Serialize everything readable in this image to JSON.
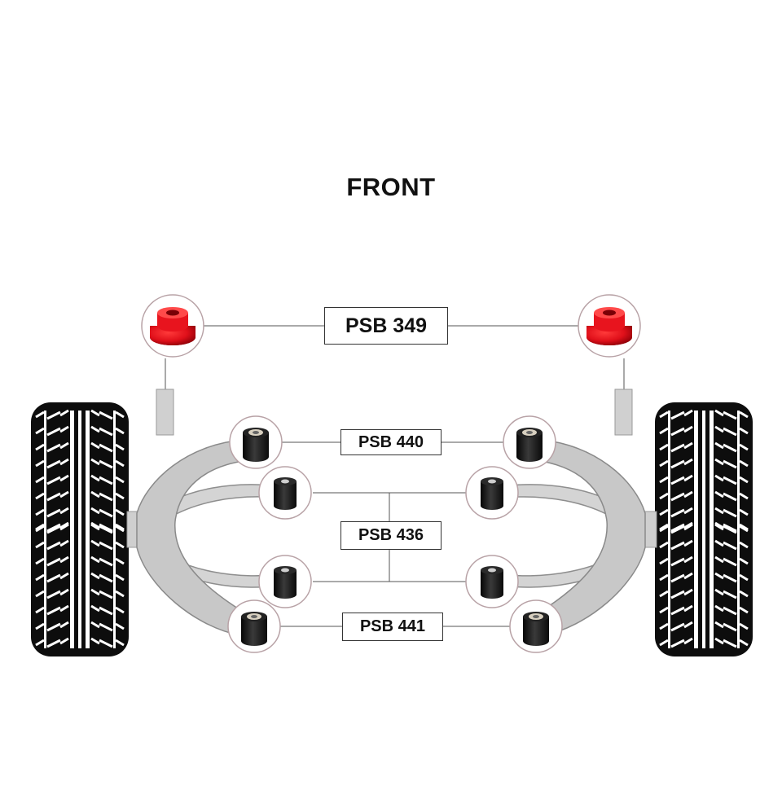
{
  "title": "FRONT",
  "labels": {
    "psb349": "PSB 349",
    "psb440": "PSB 440",
    "psb436": "PSB 436",
    "psb441": "PSB 441"
  },
  "colors": {
    "tyre": "#0d0d0d",
    "arm": "#c8c8c8",
    "bush_red": "#e0101a",
    "bush_black": "#1a1a1a",
    "leader_line": "#555555",
    "circle_border": "#b8a2a6"
  },
  "icons": [
    "tyre-tread",
    "control-arm",
    "bushing"
  ]
}
